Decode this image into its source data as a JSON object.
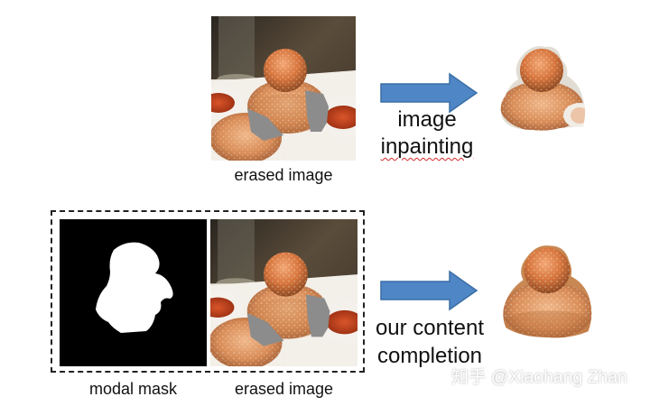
{
  "top_row": {
    "erased_image_caption": "erased image",
    "arrow_label_line1": "image",
    "arrow_label_line2": "inpainting"
  },
  "bottom_row": {
    "mask_caption": "modal mask",
    "erased_image_caption": "erased image",
    "arrow_label_line1": "our content",
    "arrow_label_line2": "completion"
  },
  "watermark": "知乎 @Xiaohang Zhan",
  "colors": {
    "arrow_fill": "#4f86c6",
    "arrow_stroke": "#3a6ea5",
    "erase_gray": "#8c8c8c",
    "mask_black": "#000000",
    "mask_white": "#ffffff"
  }
}
